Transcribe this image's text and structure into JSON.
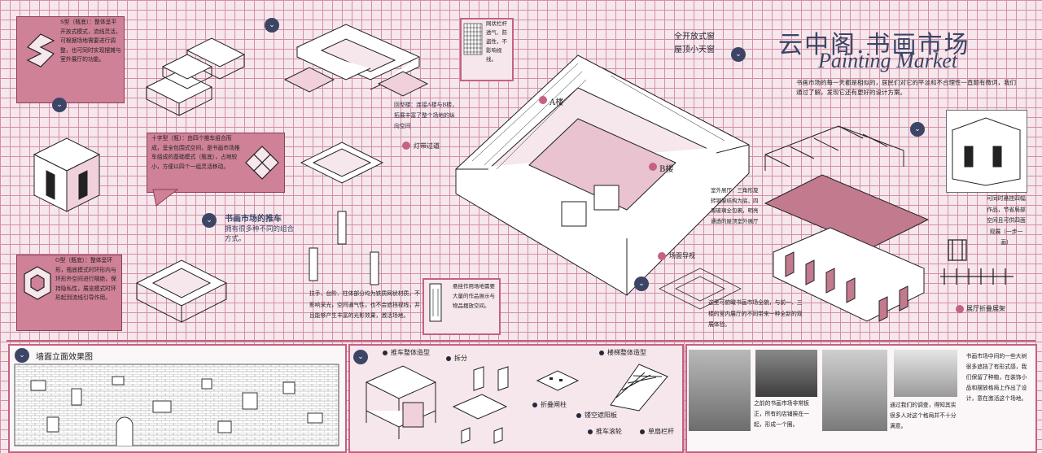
{
  "title": {
    "cn": "云中阁.书画市场",
    "en": "Painting Market"
  },
  "intro": "书画市场的每一天都是相似的，居民们对它的平淡和不合理性一直颇有微词，我们通过了解，发现它还有更好的设计方案。",
  "types": {
    "s": "S型（瓶底）：整体呈平开放式模式，流线灵活，可根据场地需要进行调整，也可同时实现摆摊与室外展厅的功能。",
    "cross": "十字型（瓶）：由四个推车组合而成，呈全包围式空间，是书画市场推车组成的基础模式（瓶底），占地较小，方便以四个一组灵活移动。",
    "o": "O型（瓶底）：整体呈环形，瓶底模式时环形内与环形外空间进行隔绝，保持隐私性，展览模式时环形起到流线引导作用。"
  },
  "cart_heading": "书画市场的推车",
  "cart_sub": "拥有很多种不同的组合方式。",
  "railing_note": "网状栏杆透气、防盗性，不影响视线。",
  "corridor_label": "回型楼：连接A楼与B楼，拓展丰富了整个场地的纵向空间",
  "lantern_label": "灯带过道",
  "window_label": "全开放式窗\n屋顶小天窗",
  "tower_a": "A楼",
  "tower_b": "B楼",
  "pillar_note": "扶手、台阶、柱体部分均为铁质网状材质，不影响采光，空间通气性，也不会遮挡视线，并且能够产生丰富的光影效果，激活场地。",
  "hang_note": "悬挂作用场地需要大量的作品展示与物品摆放空间。",
  "pavilion_note": "室外展厅：三角形旋转钢架结构为底，四周玻璃全包裹，明亮通透的屋顶室外展厅",
  "floor_label": "场面导视",
  "floor_note": "这里可俯瞰书画市场全貌，与前一、三楼的室内展厅的不同带来一种全新的观展体验。",
  "hang_side": "可同时悬挂四幅作品，节省局部空间且可供四面观展（一步一画）",
  "fold_label": "展厅折叠展架",
  "wall_title": "墙面立面效果图",
  "assembly": {
    "overall": "推车整体造型",
    "split": "拆分",
    "fold": "折叠闸柱",
    "roof": "镂空遮阳板",
    "wheel": "推车滚轮",
    "stair": "楼梯整体造型",
    "rail": "单扇栏杆"
  },
  "photo_note": "之前的书画市场非常板正，所有的店铺挨在一起，形成一个圈。",
  "survey_note": "通过我们的调查，得知其实很多人对这个格局并不十分满意。",
  "right_note": "书画市场中间的一些大树很多遮挡了有形式感，我们保留了种植，在装饰小品和摆放格局上作出了设计，意在激活这个场地。",
  "colors": {
    "accent": "#cf8197",
    "navy": "#3c4566",
    "grid": "#d48fa6"
  }
}
